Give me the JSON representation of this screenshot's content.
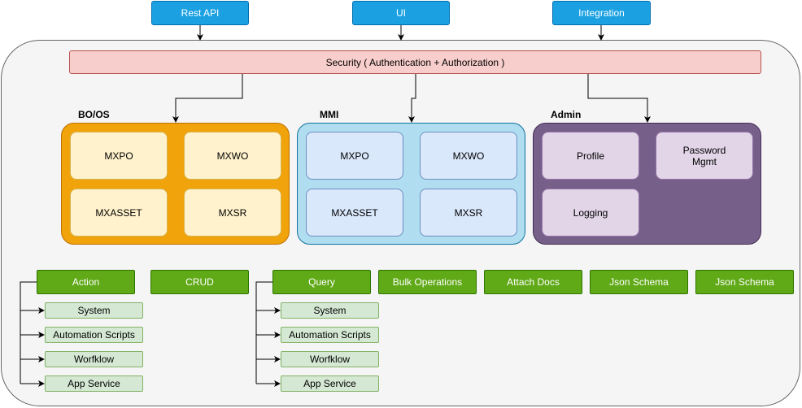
{
  "top": {
    "rest_api": "Rest API",
    "ui": "UI",
    "integration": "Integration"
  },
  "security": "Security ( Authentication + Authorization )",
  "boos": {
    "label": "BO/OS",
    "m1": "MXPO",
    "m2": "MXWO",
    "m3": "MXASSET",
    "m4": "MXSR"
  },
  "mmi": {
    "label": "MMI",
    "m1": "MXPO",
    "m2": "MXWO",
    "m3": "MXASSET",
    "m4": "MXSR"
  },
  "admin": {
    "label": "Admin",
    "profile": "Profile",
    "password": "Password\nMgmt",
    "logging": "Logging"
  },
  "action": {
    "label": "Action",
    "items": [
      "System",
      "Automation Scripts",
      "Worfklow",
      "App Service"
    ]
  },
  "crud": "CRUD",
  "query": {
    "label": "Query",
    "items": [
      "System",
      "Automation Scripts",
      "Worfklow",
      "App Service"
    ]
  },
  "bulk": "Bulk Operations",
  "attach": "Attach Docs",
  "json1": "Json Schema",
  "json2": "Json Schema"
}
